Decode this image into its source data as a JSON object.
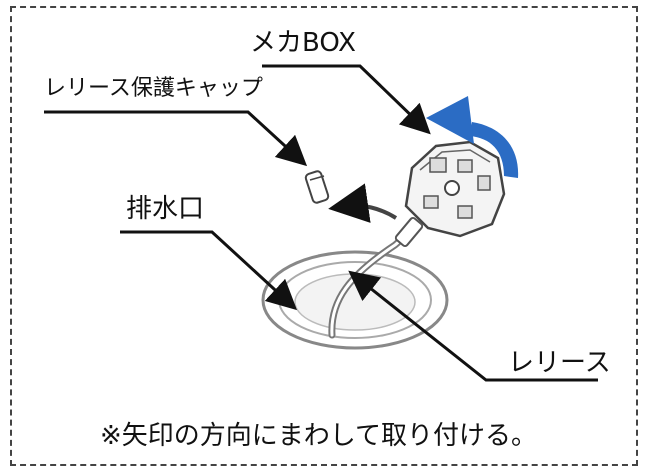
{
  "labels": {
    "mecha_box": "メカBOX",
    "release_cap": "レリース保護キャップ",
    "drain": "排水口",
    "release": "レリース"
  },
  "note": "※矢印の方向にまわして取り付ける。",
  "colors": {
    "rotation_arrow": "#2b6cc4",
    "frame_border": "#444444",
    "leader_line": "#111111"
  }
}
